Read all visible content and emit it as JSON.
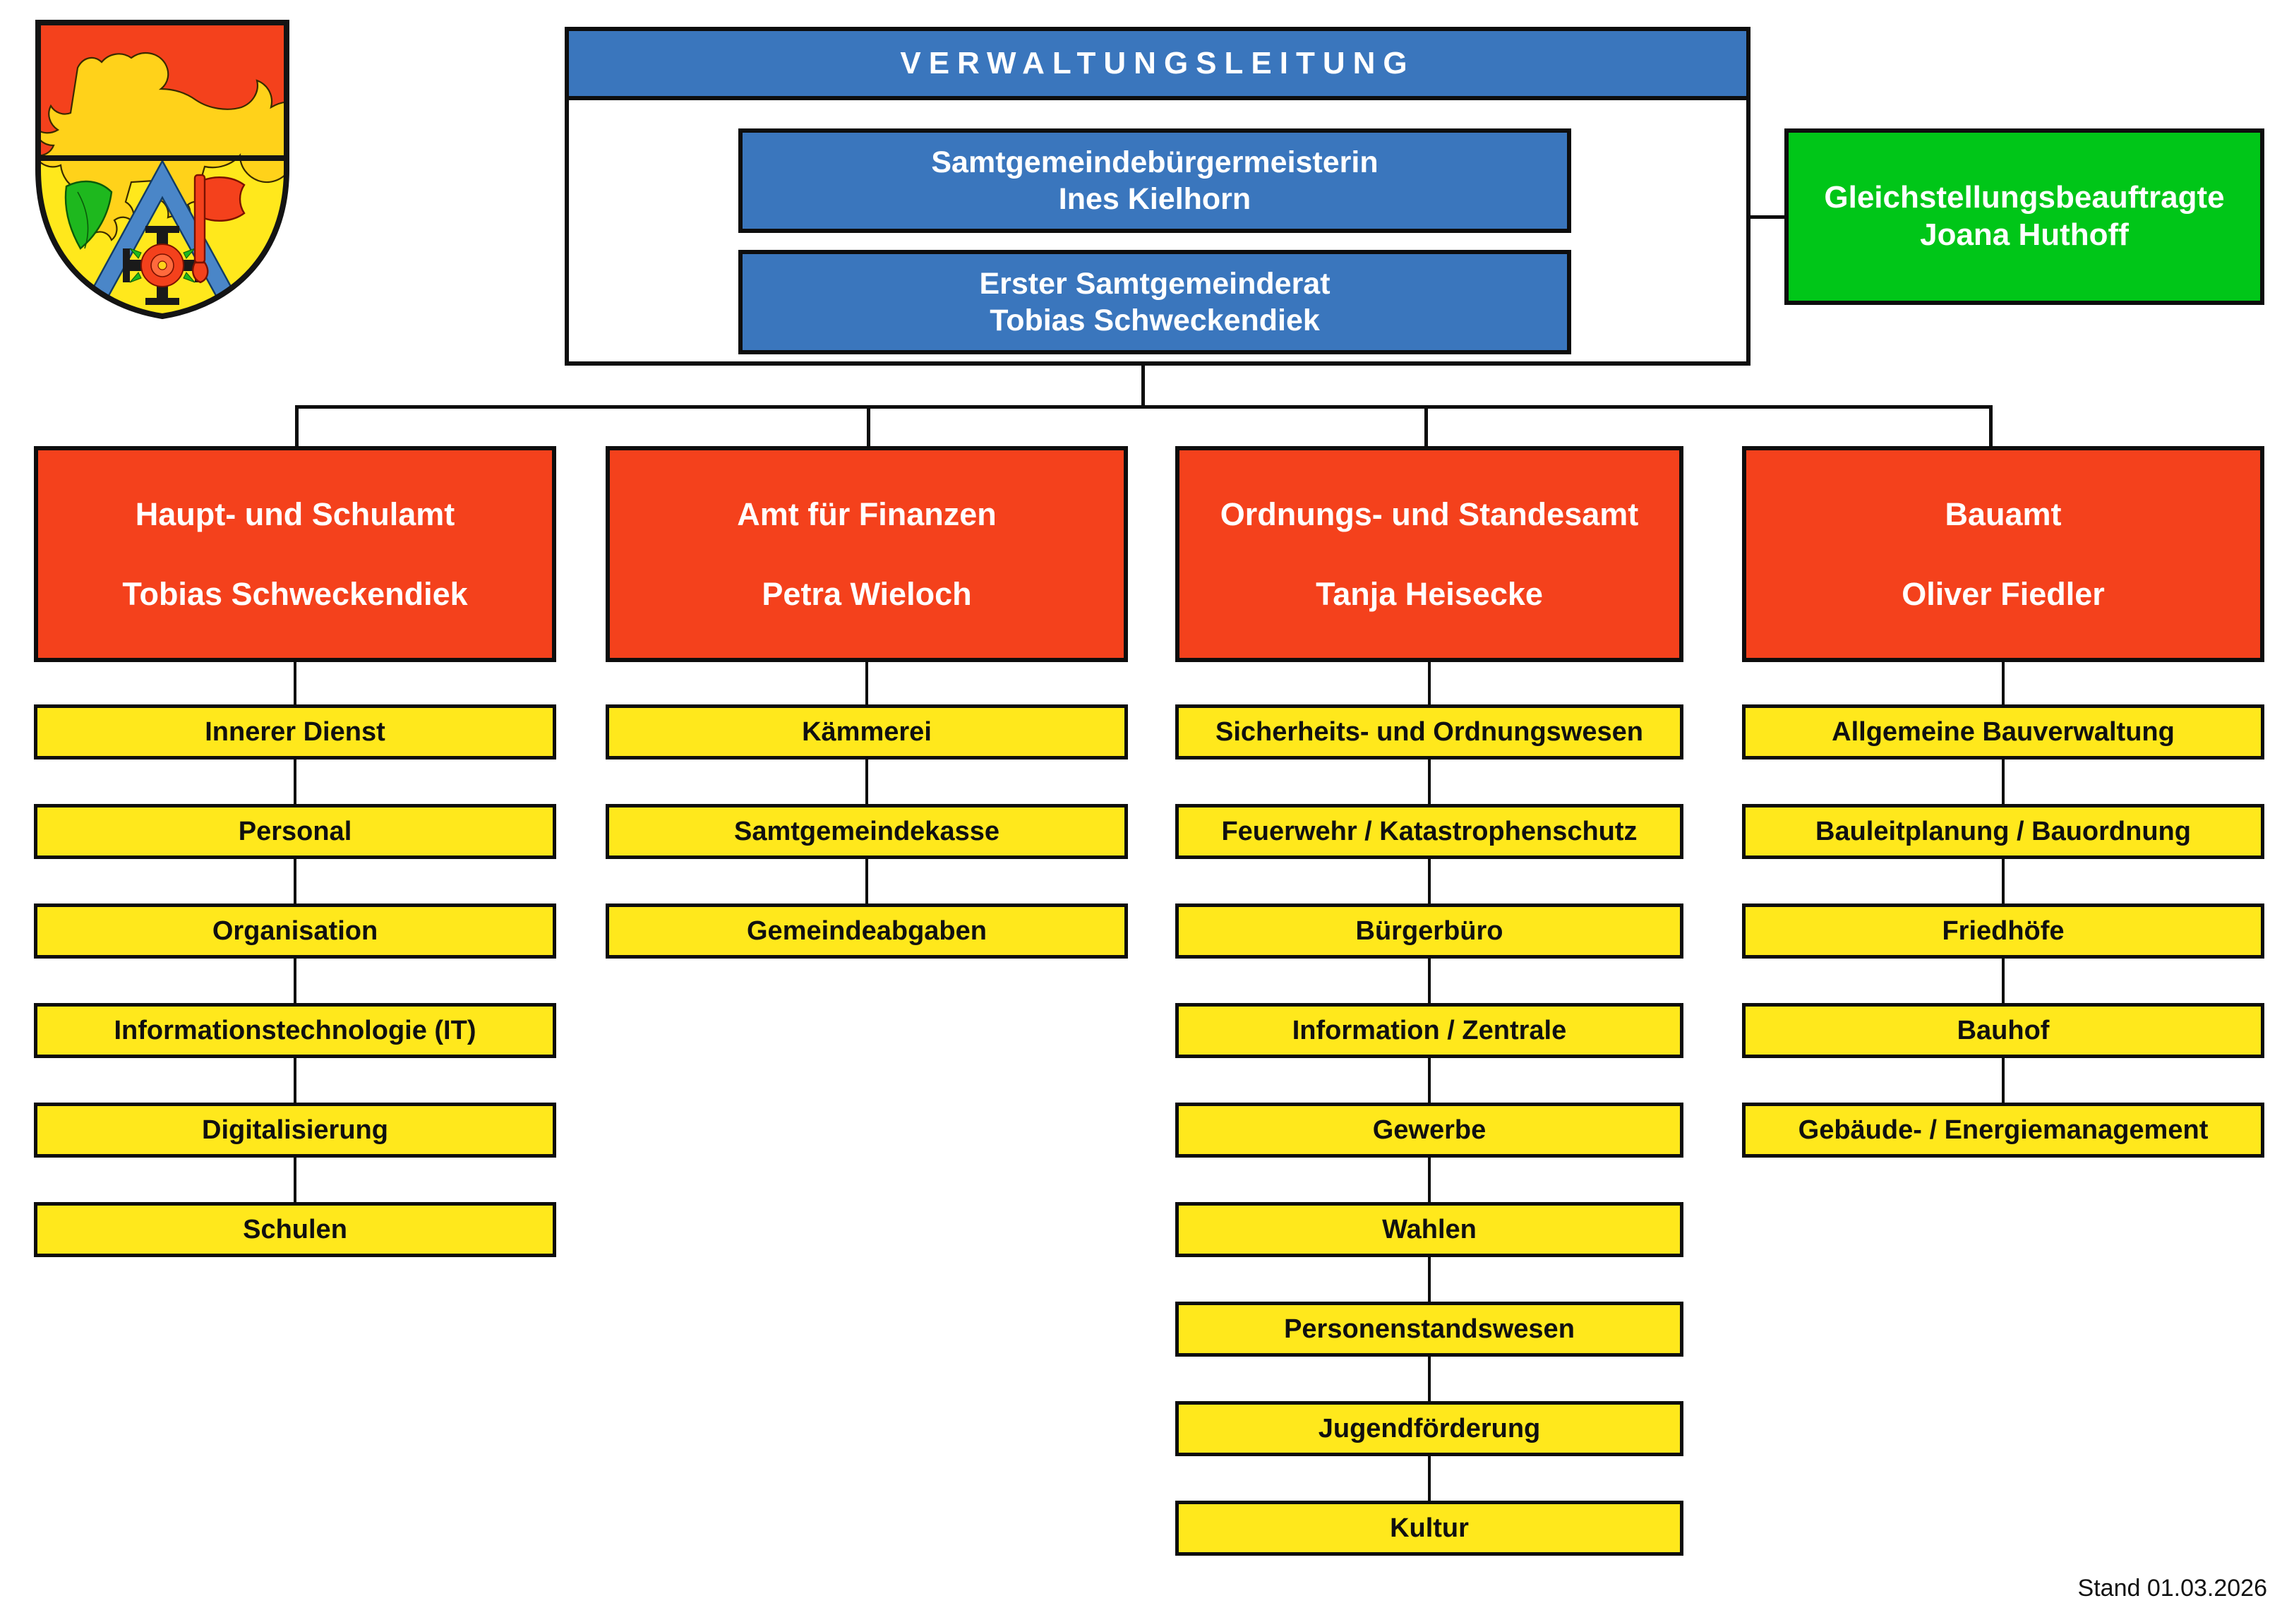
{
  "crest": {
    "alt": "Wappen Samtgemeinde",
    "colors": {
      "field_top": "#f4411c",
      "field_bottom": "#ffe81c",
      "lion": "#ffd700",
      "chevron": "#4a86c8",
      "leaf": "#1eb81e",
      "axe": "#f4411c",
      "outline": "#141414"
    }
  },
  "leadership": {
    "title": "VERWALTUNGSLEITUNG",
    "boxes": [
      {
        "role": "Samtgemeindebürgermeisterin",
        "person": "Ines Kielhorn"
      },
      {
        "role": "Erster Samtgemeinderat",
        "person": "Tobias Schweckendiek"
      }
    ]
  },
  "equal_opportunity": {
    "role": "Gleichstellungsbeauftragte",
    "person": "Joana Huthoff"
  },
  "departments": [
    {
      "name": "Haupt- und Schulamt",
      "head": "Tobias Schweckendiek",
      "units": [
        "Innerer Dienst",
        "Personal",
        "Organisation",
        "Informationstechnologie (IT)",
        "Digitalisierung",
        "Schulen"
      ]
    },
    {
      "name": "Amt für Finanzen",
      "head": "Petra Wieloch",
      "units": [
        "Kämmerei",
        "Samtgemeindekasse",
        "Gemeindeabgaben"
      ]
    },
    {
      "name": "Ordnungs- und Standesamt",
      "head": "Tanja Heisecke",
      "units": [
        "Sicherheits- und Ordnungswesen",
        "Feuerwehr / Katastrophenschutz",
        "Bürgerbüro",
        "Information / Zentrale",
        "Gewerbe",
        "Wahlen",
        "Personenstandswesen",
        "Jugendförderung",
        "Kultur"
      ]
    },
    {
      "name": "Bauamt",
      "head": "Oliver Fiedler",
      "units": [
        "Allgemeine Bauverwaltung",
        "Bauleitplanung / Bauordnung",
        "Friedhöfe",
        "Bauhof",
        "Gebäude- / Energiemanagement"
      ]
    }
  ],
  "footer": {
    "stand": "Stand  01.03.2026"
  },
  "palette": {
    "header_blue": "#3a76bd",
    "department_red": "#f4411c",
    "unit_yellow": "#ffe81c",
    "green": "#00c618",
    "line_black": "#0d0d0d",
    "text_white": "#ffffff"
  }
}
